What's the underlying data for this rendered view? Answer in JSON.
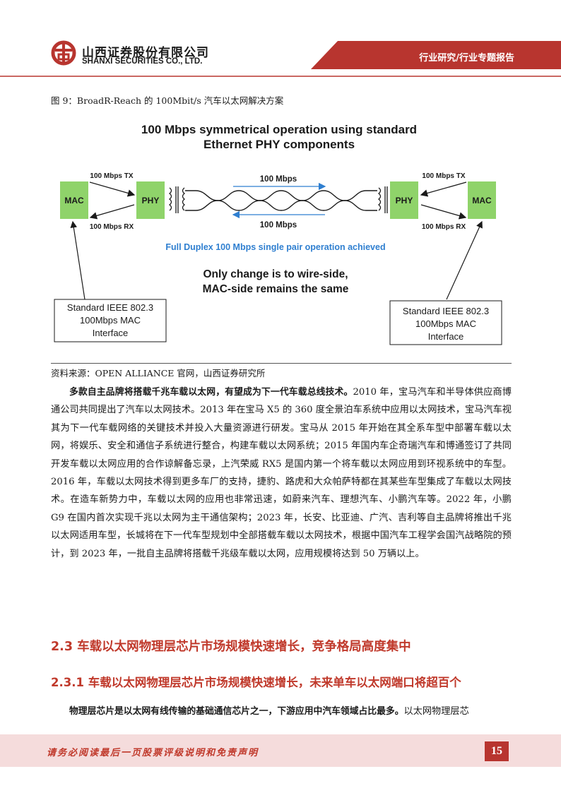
{
  "header": {
    "company_cn": "山西证券股份有限公司",
    "company_en": "SHANXI SECURITIES CO., LTD.",
    "report_type": "行业研究/行业专题报告",
    "brand_color": "#b8352f"
  },
  "figure": {
    "caption": "图 9：BroadR-Reach 的 100Mbit/s 汽车以太网解决方案",
    "title_line1": "100 Mbps symmetrical operation using standard",
    "title_line2": "Ethernet PHY components",
    "mac_label": "MAC",
    "phy_label": "PHY",
    "tx_label": "100 Mbps TX",
    "rx_label": "100 Mbps RX",
    "link_label_top": "100 Mbps",
    "link_label_bottom": "100 Mbps",
    "full_duplex": "Full Duplex 100 Mbps single pair operation achieved",
    "change_line1": "Only change is to wire-side,",
    "change_line2": "MAC-side remains the same",
    "std_line1": "Standard IEEE 802.3",
    "std_line2": "100Mbps MAC",
    "std_line3": "Interface",
    "box_color": "#8fd36a",
    "accent_blue": "#2f7fd0"
  },
  "source": "资料来源：OPEN ALLIANCE 官网，山西证券研究所",
  "paragraph1": {
    "lead": "多款自主品牌将搭载千兆车载以太网，有望成为下一代车载总线技术。",
    "body": "2010 年，宝马汽车和半导体供应商博通公司共同提出了汽车以太网技术。2013 年在宝马 X5 的 360 度全景泊车系统中应用以太网技术，宝马汽车视其为下一代车载网络的关键技术并投入大量资源进行研发。宝马从 2015 年开始在其全系车型中部署车载以太网，将娱乐、安全和通信子系统进行整合，构建车载以太网系统；2015 年国内车企奇瑞汽车和博通签订了共同开发车载以太网应用的合作谅解备忘录，上汽荣威 RX5 是国内第一个将车载以太网应用到环视系统中的车型。2016 年，车载以太网技术得到更多车厂的支持，捷豹、路虎和大众帕萨特都在其某些车型集成了车载以太网技术。在造车新势力中，车载以太网的应用也非常迅速，如蔚来汽车、理想汽车、小鹏汽车等。2022 年，小鹏 G9 在国内首次实现千兆以太网为主干通信架构；2023 年，长安、比亚迪、广汽、吉利等自主品牌将推出千兆以太网适用车型，长城将在下一代车型规划中全部搭载车载以太网技术，根据中国汽车工程学会国汽战略院的预计，到 2023 年，一批自主品牌将搭载千兆级车载以太网，应用规模将达到 50 万辆以上。"
  },
  "section_2_3": "2.3  车载以太网物理层芯片市场规模快速增长，竞争格局高度集中",
  "section_2_3_1": "2.3.1  车载以太网物理层芯片市场规模快速增长，未来单车以太网端口将超百个",
  "paragraph2": {
    "lead": "物理层芯片是以太网有线传输的基础通信芯片之一，下游应用中汽车领域占比最多。",
    "body": "以太网物理层芯"
  },
  "footer": {
    "disclaimer": "请务必阅读最后一页股票评级说明和免责声明",
    "page_number": "15"
  }
}
